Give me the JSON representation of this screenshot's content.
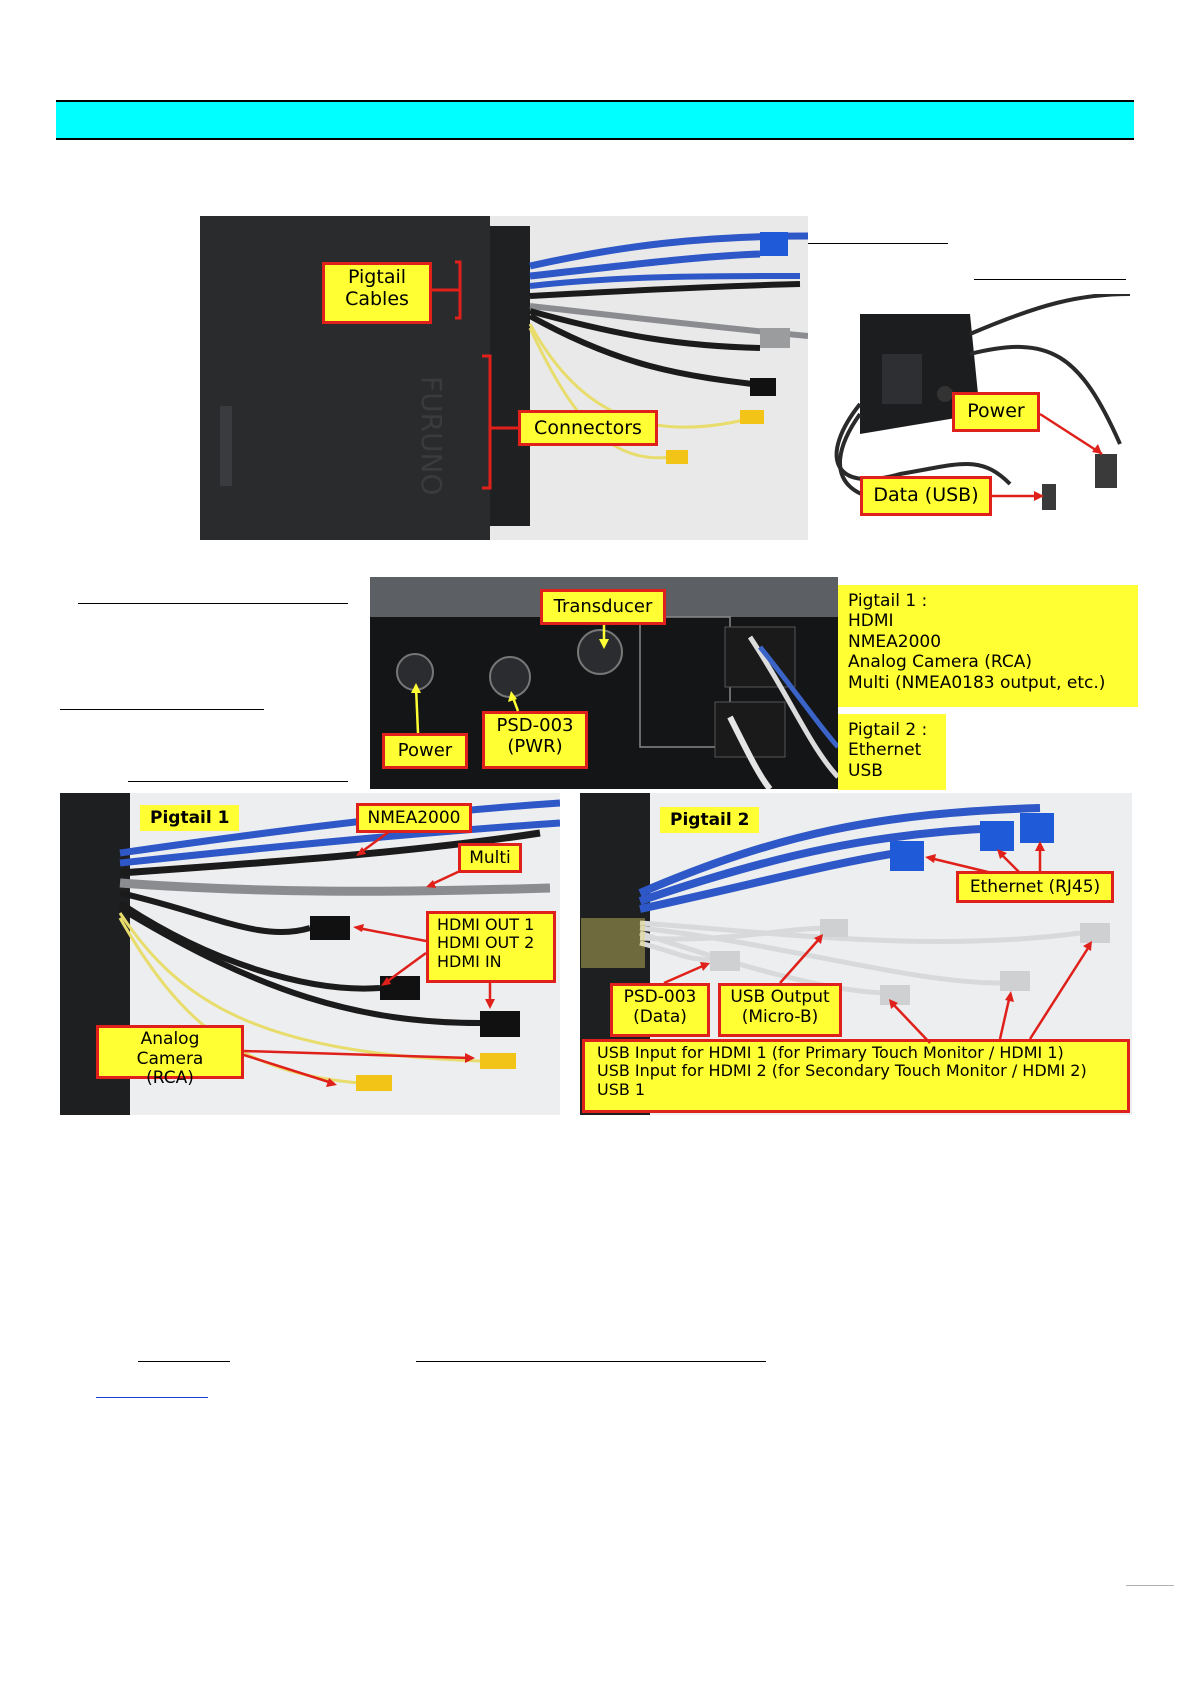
{
  "photo1": {
    "callouts": {
      "pigtail_cables_line1": "Pigtail",
      "pigtail_cables_line2": "Cables",
      "connectors": "Connectors"
    }
  },
  "photo2": {
    "callouts": {
      "power": "Power",
      "data_usb": "Data (USB)"
    }
  },
  "photo3": {
    "callouts": {
      "transducer": "Transducer",
      "power": "Power",
      "psd003_line1": "PSD-003",
      "psd003_line2": "(PWR)"
    },
    "pigtail1_box": {
      "title": "Pigtail 1 :",
      "items": [
        "HDMI",
        "NMEA2000",
        "Analog Camera (RCA)",
        "Multi (NMEA0183 output, etc.)"
      ]
    },
    "pigtail2_box": {
      "title": "Pigtail 2 :",
      "items": [
        "Ethernet",
        "USB"
      ]
    }
  },
  "photo4": {
    "tag": "Pigtail 1",
    "callouts": {
      "nmea2000": "NMEA2000",
      "multi": "Multi",
      "hdmi_line1": "HDMI OUT 1",
      "hdmi_line2": "HDMI OUT 2",
      "hdmi_line3": "HDMI IN",
      "analog_line1": "Analog Camera",
      "analog_line2": "(RCA)"
    }
  },
  "photo5": {
    "tag": "Pigtail 2",
    "callouts": {
      "ethernet": "Ethernet (RJ45)",
      "psd_line1": "PSD-003",
      "psd_line2": "(Data)",
      "usbout_line1": "USB Output",
      "usbout_line2": "(Micro-B)",
      "usbin_line1": "USB Input for HDMI 1  (for Primary Touch Monitor / HDMI 1)",
      "usbin_line2": "USB Input for HDMI 2  (for Secondary Touch Monitor / HDMI 2)",
      "usbin_line3": "USB 1"
    }
  }
}
